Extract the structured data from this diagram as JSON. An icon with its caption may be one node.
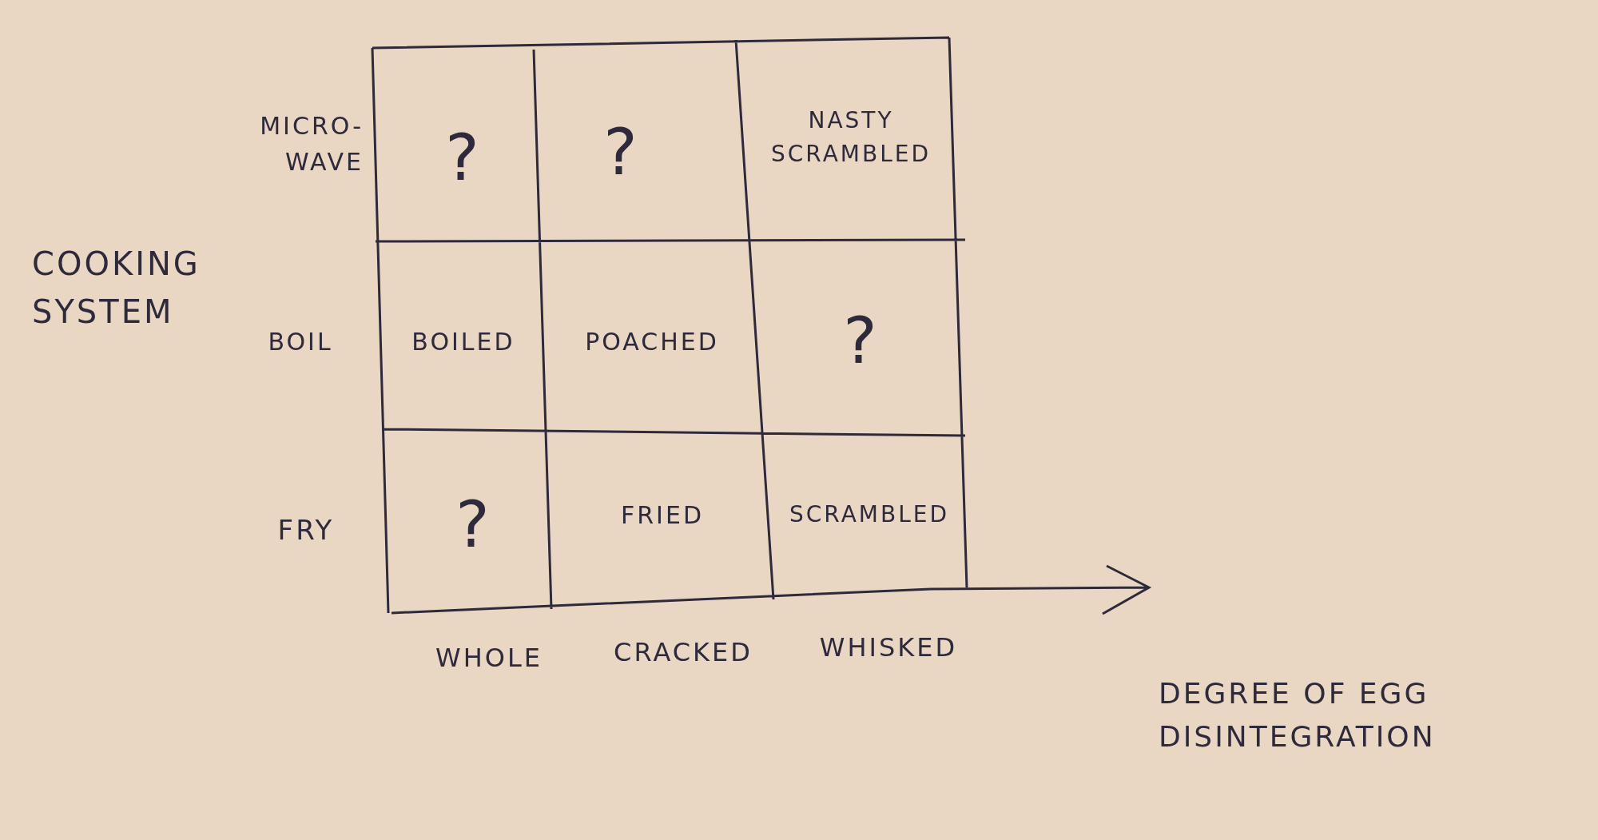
{
  "diagram": {
    "labels": [
      "MICRO-WAVE",
      "?",
      "?",
      "NASTY SCRAMBLED",
      "COOKING SYSTEM",
      "BOIL",
      "BOILED",
      "POACHED",
      "?",
      "FRY",
      "?",
      "FRIED",
      "SCRAMBLED",
      "WHOLE",
      "CRACKED",
      "WHISKED",
      "DEGREE OF EGG DISINTEGRATION"
    ]
  }
}
